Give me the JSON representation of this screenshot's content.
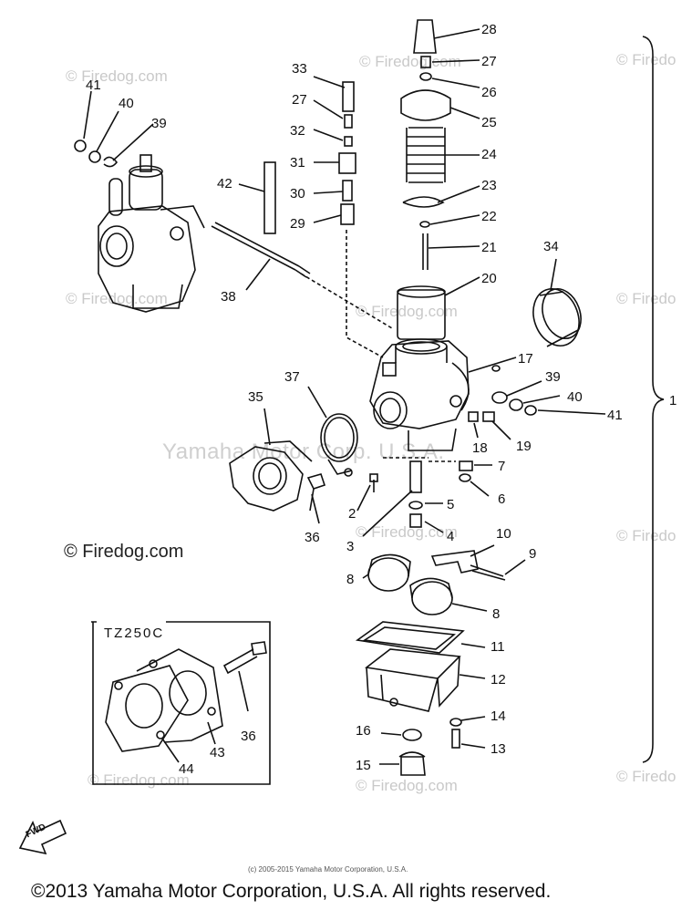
{
  "watermarks": {
    "firedog_small": "© Firedog.com",
    "firedog_right": "© Firedo",
    "yamaha_center": "Yamaha Motor Corp. U.S.A."
  },
  "firedog_main": "© Firedog.com",
  "inset": {
    "title": "TZ250C"
  },
  "fwd_label": "FWD",
  "small_copyright": "(c) 2005-2015 Yamaha Motor Corporation, U.S.A.",
  "footer": "©2013 Yamaha Motor Corporation, U.S.A. All rights reserved.",
  "part_labels": [
    "1",
    "2",
    "3",
    "4",
    "5",
    "6",
    "7",
    "8",
    "8",
    "9",
    "10",
    "11",
    "12",
    "13",
    "14",
    "15",
    "16",
    "17",
    "18",
    "19",
    "20",
    "21",
    "22",
    "23",
    "24",
    "25",
    "26",
    "27",
    "27",
    "28",
    "29",
    "30",
    "31",
    "32",
    "33",
    "34",
    "35",
    "36",
    "36",
    "37",
    "38",
    "39",
    "39",
    "40",
    "40",
    "41",
    "41",
    "42",
    "43",
    "44"
  ]
}
